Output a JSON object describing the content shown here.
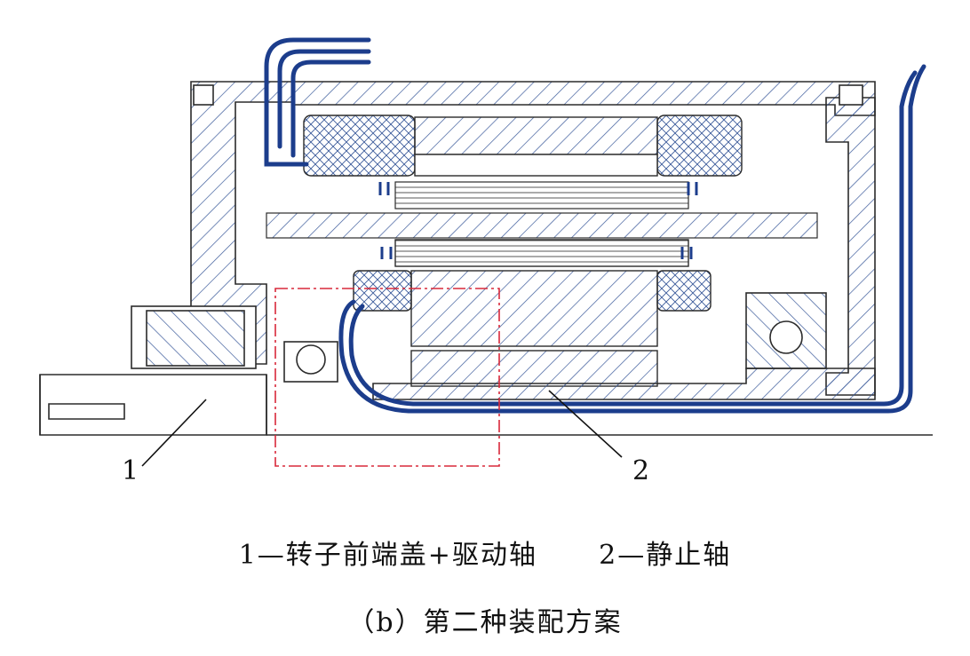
{
  "callouts": {
    "c1": "1",
    "c2": "2"
  },
  "legend": {
    "item1": "1—转子前端盖+驱动轴",
    "item2": "2—静止轴"
  },
  "caption": "（b）第二种装配方案",
  "colors": {
    "line": "#2b2b2b",
    "hatch": "#3a5a9a",
    "cable": "#1c3d8c",
    "detail_box": "#d8283a"
  }
}
